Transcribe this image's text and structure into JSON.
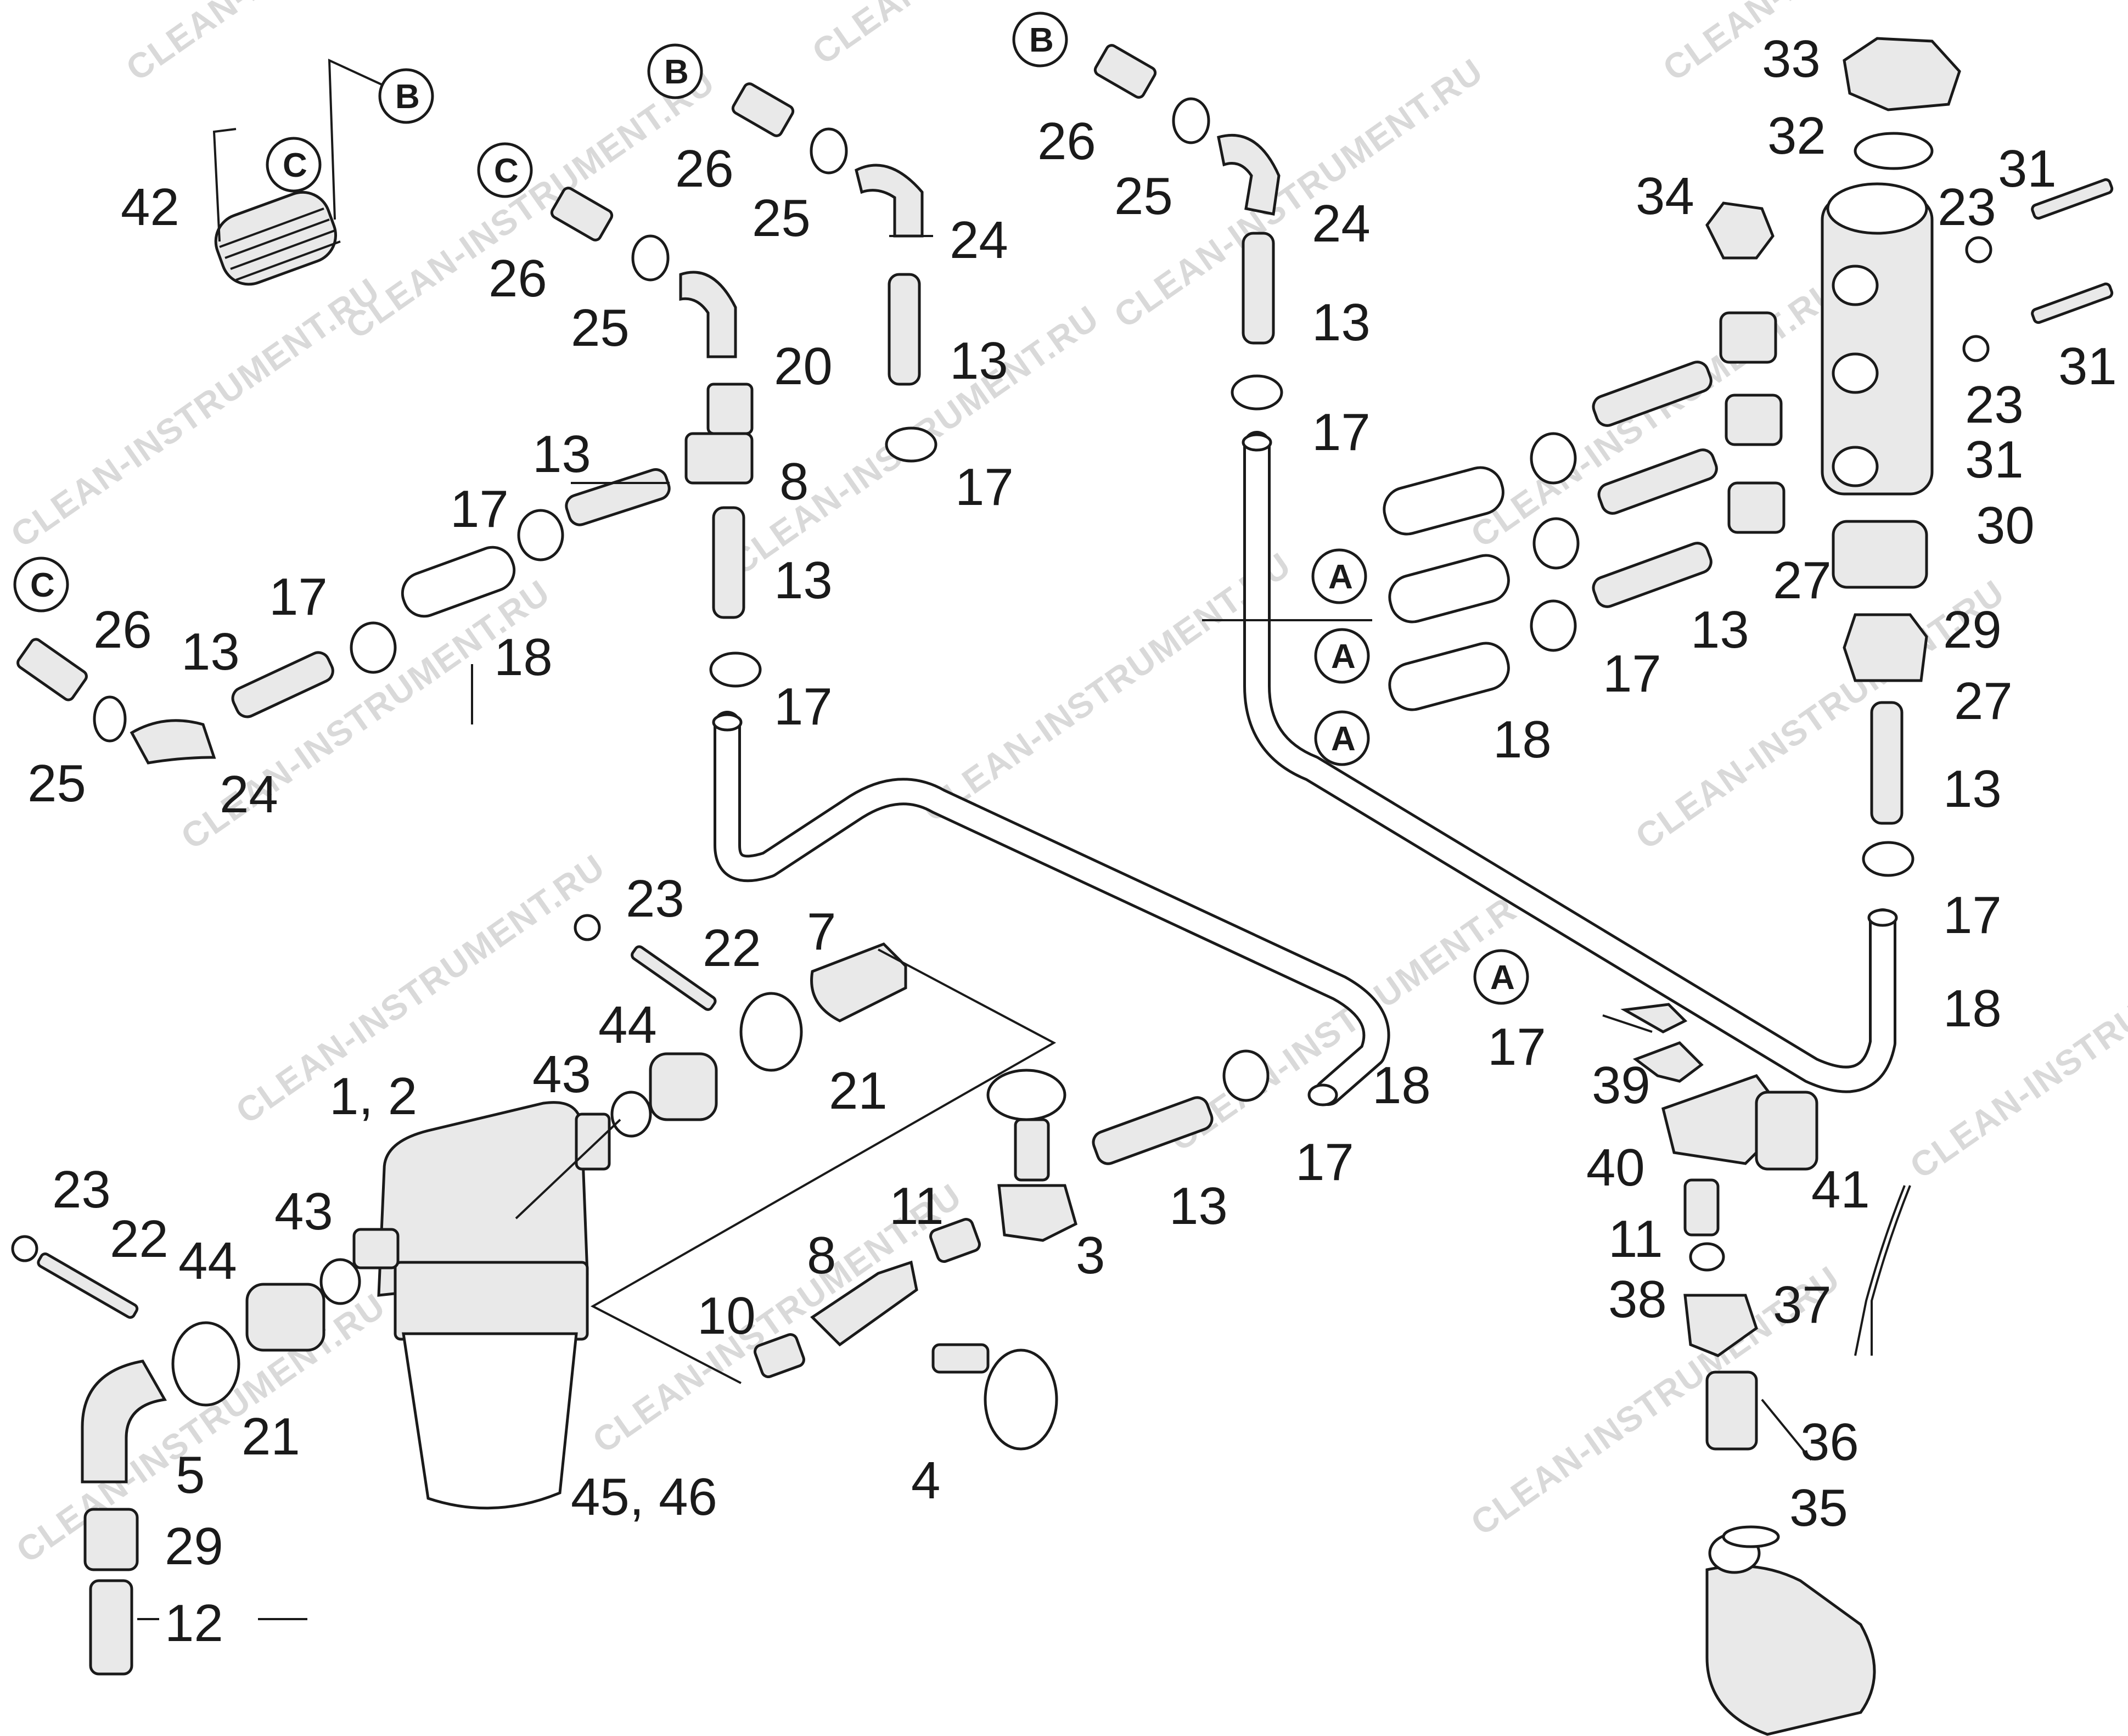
{
  "watermark": "CLEAN-INSTRUMENT.RU",
  "ref_markers": {
    "a": "A",
    "b": "B",
    "c": "C"
  },
  "callouts": {
    "n1_2": "1, 2",
    "n3": "3",
    "n4": "4",
    "n5": "5",
    "n7": "7",
    "n8": "8",
    "n10": "10",
    "n11": "11",
    "n12": "12",
    "n13": "13",
    "n17": "17",
    "n18": "18",
    "n20": "20",
    "n21": "21",
    "n22": "22",
    "n23": "23",
    "n24": "24",
    "n25": "25",
    "n26": "26",
    "n27": "27",
    "n29": "29",
    "n30": "30",
    "n31": "31",
    "n32": "32",
    "n33": "33",
    "n34": "34",
    "n35": "35",
    "n36": "36",
    "n37": "37",
    "n38": "38",
    "n39": "39",
    "n40": "40",
    "n41": "41",
    "n42": "42",
    "n43": "43",
    "n44": "44",
    "n45_46": "45, 46"
  },
  "colors": {
    "line": "#1a1a1a",
    "fill": "#ffffff",
    "shade": "#e9e9e9",
    "watermark": "#d9d9d9"
  }
}
